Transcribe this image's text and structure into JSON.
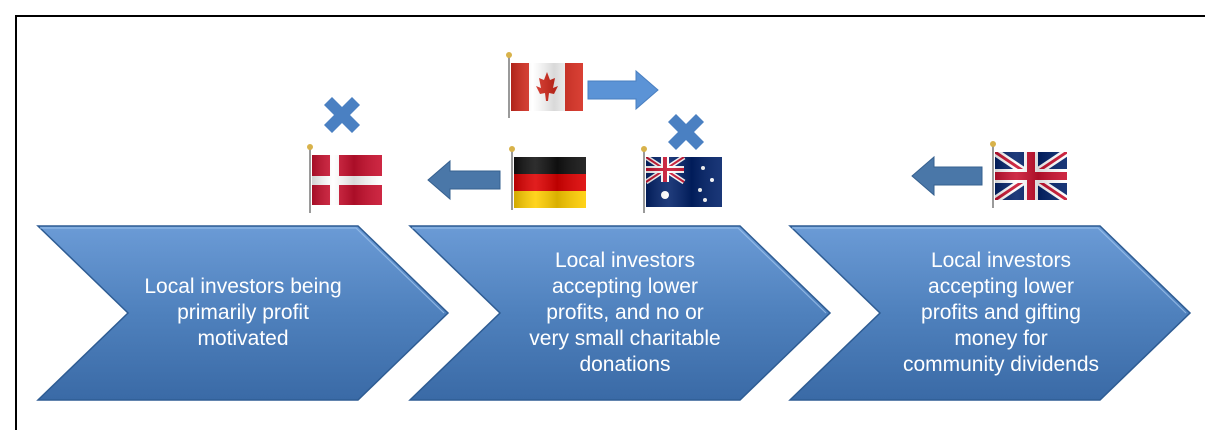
{
  "chevrons": [
    {
      "text": "Local investors being\nprimarily profit\nmotivated"
    },
    {
      "text": "Local investors\naccepting lower\nprofits, and no or\nvery small charitable\ndonations"
    },
    {
      "text": "Local investors\naccepting lower\nprofits and gifting\nmoney for\ncommunity dividends"
    }
  ],
  "flags": [
    "denmark-flag-icon",
    "germany-flag-icon",
    "canada-flag-icon",
    "australia-flag-icon",
    "uk-flag-icon"
  ],
  "markers": [
    "x-mark-icon",
    "x-mark-icon"
  ],
  "colors": {
    "chevron_fill": "#4f81bd",
    "chevron_dark": "#2e5c93",
    "arrow_steel": "#4a77a8",
    "arrow_light": "#5b93d6",
    "x_mark": "#4a80c2"
  }
}
